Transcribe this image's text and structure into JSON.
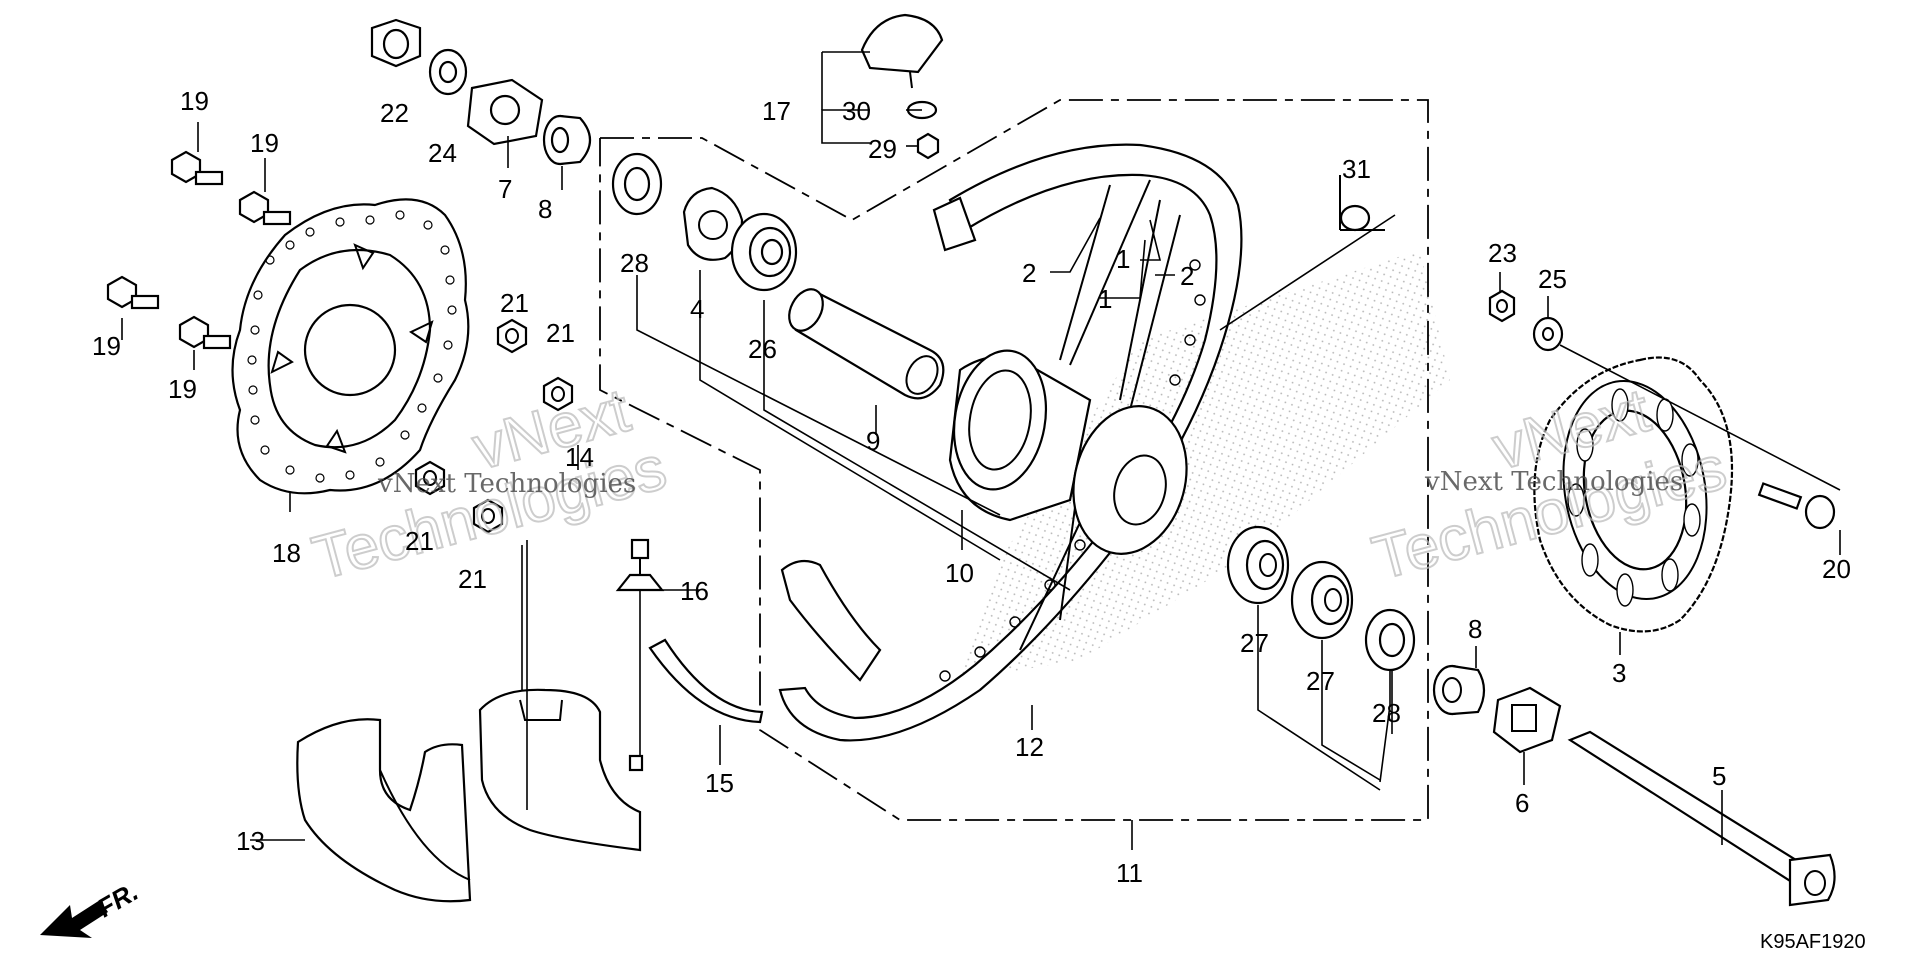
{
  "diagram": {
    "diagram_code": "K95AF1920",
    "front_marker": "FR.",
    "watermark": {
      "company": "vNext Technologies",
      "line1": "vNext",
      "line2": "Technologies"
    },
    "callouts": [
      {
        "id": "c-19a",
        "number": "19"
      },
      {
        "id": "c-19b",
        "number": "19"
      },
      {
        "id": "c-19c",
        "number": "19"
      },
      {
        "id": "c-19d",
        "number": "19"
      },
      {
        "id": "c-22",
        "number": "22"
      },
      {
        "id": "c-24",
        "number": "24"
      },
      {
        "id": "c-7",
        "number": "7"
      },
      {
        "id": "c-8a",
        "number": "8"
      },
      {
        "id": "c-18",
        "number": "18"
      },
      {
        "id": "c-21a",
        "number": "21"
      },
      {
        "id": "c-21b",
        "number": "21"
      },
      {
        "id": "c-21c",
        "number": "21"
      },
      {
        "id": "c-21d",
        "number": "21"
      },
      {
        "id": "c-14",
        "number": "14"
      },
      {
        "id": "c-16",
        "number": "16"
      },
      {
        "id": "c-13",
        "number": "13"
      },
      {
        "id": "c-15",
        "number": "15"
      },
      {
        "id": "c-28a",
        "number": "28"
      },
      {
        "id": "c-4",
        "number": "4"
      },
      {
        "id": "c-26",
        "number": "26"
      },
      {
        "id": "c-9",
        "number": "9"
      },
      {
        "id": "c-10",
        "number": "10"
      },
      {
        "id": "c-17",
        "number": "17"
      },
      {
        "id": "c-30",
        "number": "30"
      },
      {
        "id": "c-29",
        "number": "29"
      },
      {
        "id": "c-2a",
        "number": "2"
      },
      {
        "id": "c-1a",
        "number": "1"
      },
      {
        "id": "c-1b",
        "number": "1"
      },
      {
        "id": "c-2b",
        "number": "2"
      },
      {
        "id": "c-31",
        "number": "31"
      },
      {
        "id": "c-12",
        "number": "12"
      },
      {
        "id": "c-11",
        "number": "11"
      },
      {
        "id": "c-27a",
        "number": "27"
      },
      {
        "id": "c-27b",
        "number": "27"
      },
      {
        "id": "c-28b",
        "number": "28"
      },
      {
        "id": "c-23",
        "number": "23"
      },
      {
        "id": "c-25",
        "number": "25"
      },
      {
        "id": "c-20",
        "number": "20"
      },
      {
        "id": "c-3",
        "number": "3"
      },
      {
        "id": "c-8b",
        "number": "8"
      },
      {
        "id": "c-6",
        "number": "6"
      },
      {
        "id": "c-5",
        "number": "5"
      }
    ]
  }
}
